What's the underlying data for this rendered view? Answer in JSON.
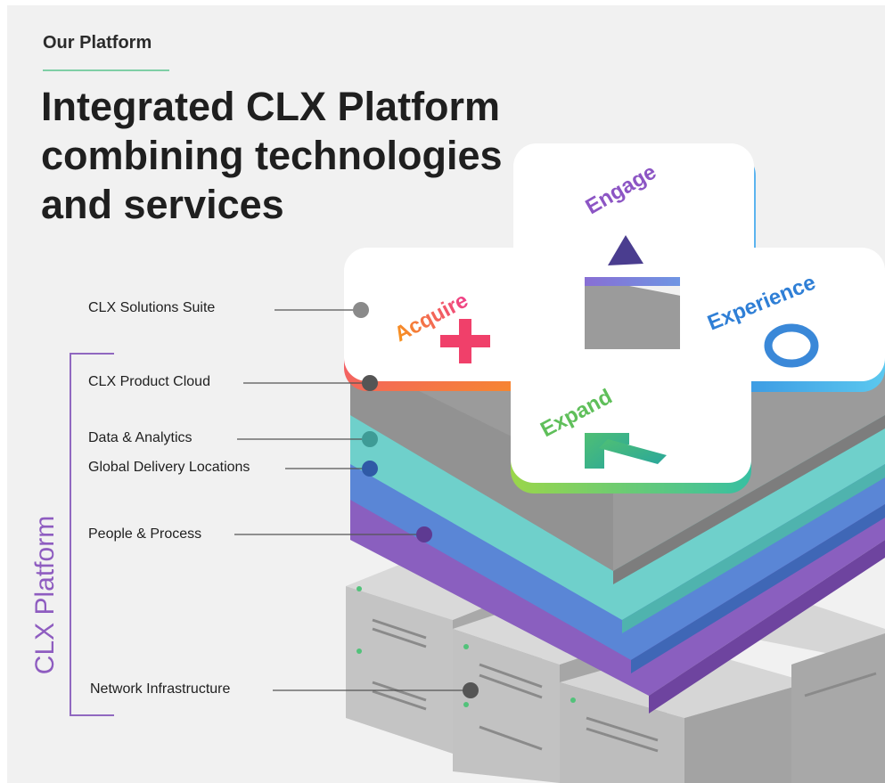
{
  "header": {
    "eyebrow": "Our Platform",
    "title_lines": [
      "Integrated CLX Platform",
      "combining technologies",
      "and services"
    ]
  },
  "side_label": "CLX Platform",
  "layers": [
    {
      "label": "CLX Solutions Suite"
    },
    {
      "label": "CLX Product Cloud",
      "color": "#8f8f8f"
    },
    {
      "label": "Data & Analytics",
      "color": "#6fd0cb"
    },
    {
      "label": "Global Delivery Locations",
      "color": "#5a86d6"
    },
    {
      "label": "People & Process",
      "color": "#8a5fbf"
    },
    {
      "label": "Network Infrastructure",
      "color": "#b8b8b8"
    }
  ],
  "tiles": [
    {
      "label": "Engage",
      "color": "#8c55c4",
      "icon": "triangle-icon"
    },
    {
      "label": "Acquire",
      "color": "#f23f7a",
      "icon": "plus-icon"
    },
    {
      "label": "Experience",
      "color": "#2f7fd6",
      "icon": "ring-icon"
    },
    {
      "label": "Expand",
      "color": "#4fbf74",
      "icon": "arrow-icon"
    }
  ]
}
